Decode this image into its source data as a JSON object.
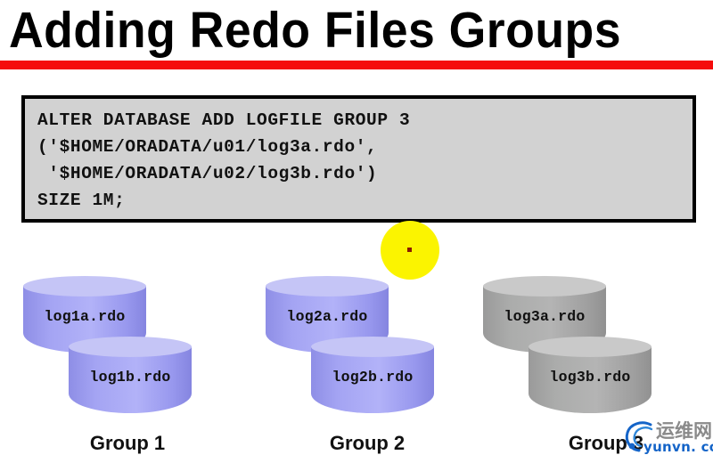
{
  "slide": {
    "title": "Adding Redo Files Groups",
    "accent_rule_color": "#f50c0c",
    "background_color": "#ffffff"
  },
  "code_block": {
    "background_color": "#d2d2d2",
    "border_color": "#000000",
    "lines": [
      "ALTER DATABASE ADD LOGFILE GROUP 3",
      "('$HOME/ORADATA/u01/log3a.rdo',",
      " '$HOME/ORADATA/u02/log3b.rdo')",
      "SIZE 1M;"
    ],
    "text": "ALTER DATABASE ADD LOGFILE GROUP 3\n('$HOME/ORADATA/u01/log3a.rdo',\n '$HOME/ORADATA/u02/log3b.rdo')\nSIZE 1M;"
  },
  "pointer": {
    "icon": "pointer-highlight-circle",
    "highlight_color": "#fbf400",
    "dot_color": "#8b1a00"
  },
  "diagram": {
    "groups": [
      {
        "label": "Group 1",
        "color": "#a4a4f3",
        "top_color": "#c5c5f6",
        "state": "existing",
        "files": [
          "log1a.rdo",
          "log1b.rdo"
        ]
      },
      {
        "label": "Group 2",
        "color": "#a4a4f3",
        "top_color": "#c5c5f6",
        "state": "existing",
        "files": [
          "log2a.rdo",
          "log2b.rdo"
        ]
      },
      {
        "label": "Group 3",
        "color": "#abacab",
        "top_color": "#c9c9c9",
        "state": "new",
        "files": [
          "log3a.rdo",
          "log3b.rdo"
        ]
      }
    ]
  },
  "watermark": {
    "icon": "swirl-logo-icon",
    "cjk_text": "运维网",
    "url_text": "yunvn. com",
    "cjk_color": "#8a8a8a",
    "url_color": "#1464c8",
    "swirl_color": "#1464c8"
  }
}
